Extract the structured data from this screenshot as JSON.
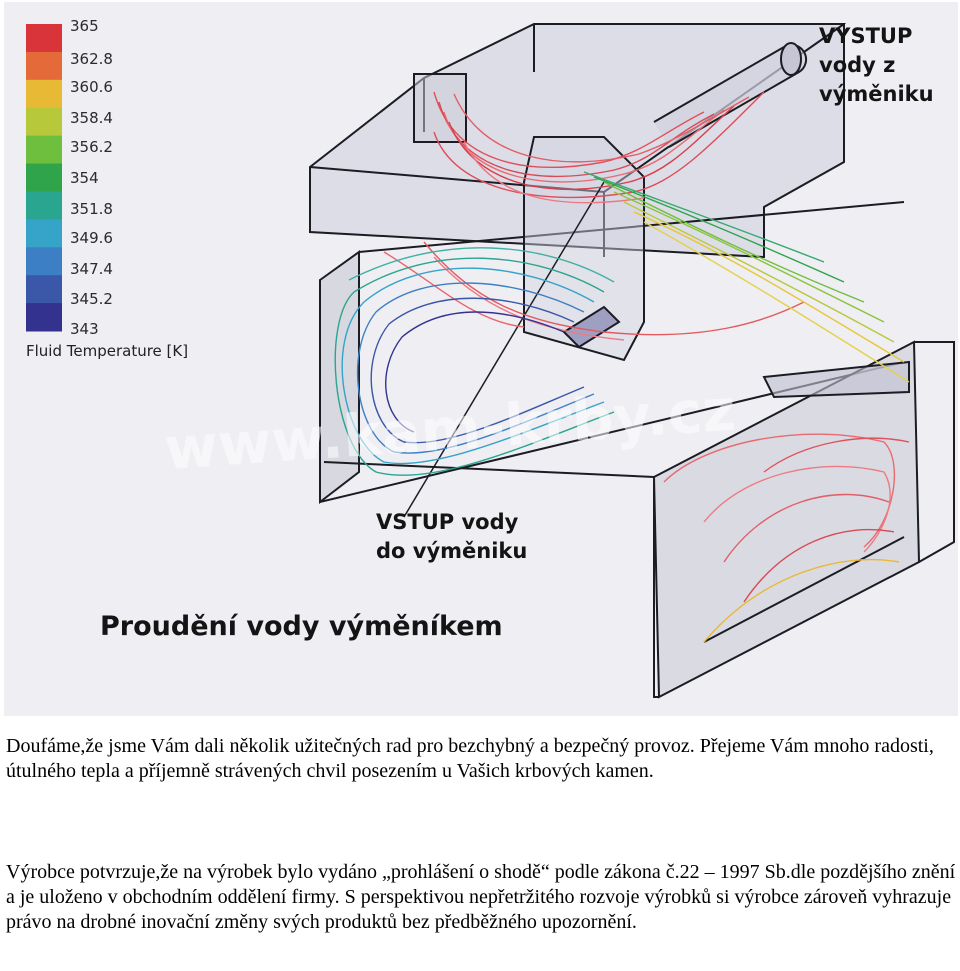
{
  "figure": {
    "legend": {
      "values": [
        "365",
        "362.8",
        "360.6",
        "358.4",
        "356.2",
        "354",
        "351.8",
        "349.6",
        "347.4",
        "345.2",
        "343"
      ],
      "colors": [
        "#d8343a",
        "#e46a3a",
        "#e8b935",
        "#b7c93a",
        "#6fbf3f",
        "#2fa44a",
        "#2aa58f",
        "#36a3c9",
        "#3d7fc4",
        "#3a57a8",
        "#33338f"
      ],
      "title": "Fluid Temperature [K]"
    },
    "outlet_label": [
      "VÝSTUP",
      "vody z",
      "výměniku"
    ],
    "inlet_label": [
      "VSTUP vody",
      "do výměniku"
    ],
    "title": "Proudění vody výměníkem",
    "watermark": "www.kam-krby.cz"
  },
  "text": {
    "p1": "Doufáme,že jsme Vám dali několik užitečných rad pro bezchybný a bezpečný provoz. Přejeme Vám mnoho radosti, útulného tepla a příjemně strávených chvil posezením u Vašich krbových kamen.",
    "p2": "Výrobce potvrzuje,že na výrobek bylo vydáno „prohlášení o shodě“ podle zákona č.22 – 1997 Sb.dle pozdějšího znění a je uloženo v obchodním oddělení firmy. S perspektivou nepřetržitého rozvoje výrobků si výrobce zároveň vyhrazuje právo na drobné inovační změny svých produktů bez předběžného upozornění."
  }
}
